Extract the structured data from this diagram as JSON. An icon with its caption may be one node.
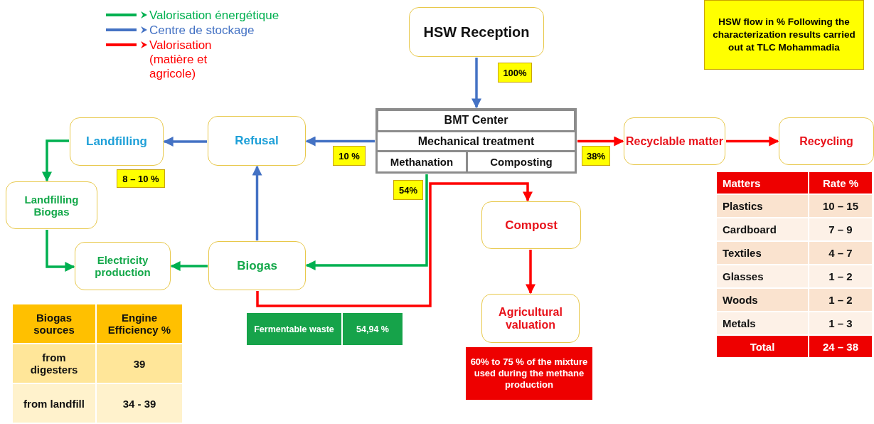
{
  "diagram": {
    "title": "HSW flow in % Following the characterization results carried out at TLC Mohammadia",
    "nodes": [
      {
        "text": [
          "HSW Reception"
        ]
      },
      {
        "text": [
          "BMT Center"
        ]
      },
      {
        "text": [
          "Mechanical treatment"
        ],
        "in": 1
      },
      {
        "text": [
          "Methanation"
        ],
        "in": 1
      },
      {
        "text": [
          "Composting"
        ],
        "in": 1
      },
      {
        "text": [
          "Refusal"
        ]
      },
      {
        "text": [
          "Landfilling"
        ],
        "beside": [
          "8 – 10 %"
        ]
      },
      {
        "text": [
          "Landfilling Biogas"
        ]
      },
      {
        "text": [
          "Electricity production"
        ]
      },
      {
        "text": [
          "Biogas"
        ]
      },
      {
        "text": [
          "Recyclable matter"
        ]
      },
      {
        "text": [
          "Recycling"
        ]
      },
      {
        "text": [
          "Compost"
        ]
      },
      {
        "text": [
          "Agricultural valuation"
        ],
        "beside": [
          "60% to 75 % of the mixture used during the methane production"
        ]
      }
    ],
    "edges": [
      {
        "from": 0,
        "to": 1,
        "arrow": "to",
        "label": "100%",
        "color": "#4472c4"
      },
      {
        "from": 2,
        "to": 5,
        "arrow": "to",
        "label": "10 %",
        "color": "#4472c4"
      },
      {
        "from": 5,
        "to": 6,
        "arrow": "to",
        "color": "#4472c4"
      },
      {
        "from": 6,
        "to": 7,
        "arrow": "to",
        "color": "#00b050"
      },
      {
        "from": 7,
        "to": 8,
        "arrow": "to",
        "color": "#00b050"
      },
      {
        "from": 9,
        "to": 8,
        "arrow": "to",
        "color": "#00b050"
      },
      {
        "from": 3,
        "to": 9,
        "arrow": "to",
        "label": "54%",
        "color": "#00b050"
      },
      {
        "from": 9,
        "to": 5,
        "arrow": "to",
        "color": "#4472c4"
      },
      {
        "from": 9,
        "to": 12,
        "arrow": "to",
        "color": "#ff0000"
      },
      {
        "from": 12,
        "to": 13,
        "arrow": "to",
        "color": "#ff0000"
      },
      {
        "from": 2,
        "to": 10,
        "arrow": "to",
        "label": "38%",
        "color": "#ff0000"
      },
      {
        "from": 10,
        "to": 11,
        "arrow": "to",
        "color": "#ff0000"
      }
    ],
    "labels": [
      "Matters",
      "Rate %",
      "Plastics",
      "10 – 15",
      "Cardboard",
      "7 – 9",
      "Textiles",
      "4 – 7",
      "Glasses",
      "1 – 2",
      "Woods",
      "1 – 2",
      "Metals",
      "1 – 3",
      "Total",
      "24 – 38",
      "Fermentable waste",
      "54,94 %",
      "Biogas sources",
      "Engine Efficiency %",
      "from digesters",
      "39",
      "from landfill",
      "34 - 39"
    ],
    "legend": [
      {
        "text": "Valorisation énergétique",
        "color": "#00b050"
      },
      {
        "text": "Centre de stockage",
        "color": "#4472c4"
      },
      {
        "text": "Valorisation (matière et agricole)",
        "color": "#ff0000"
      }
    ]
  }
}
